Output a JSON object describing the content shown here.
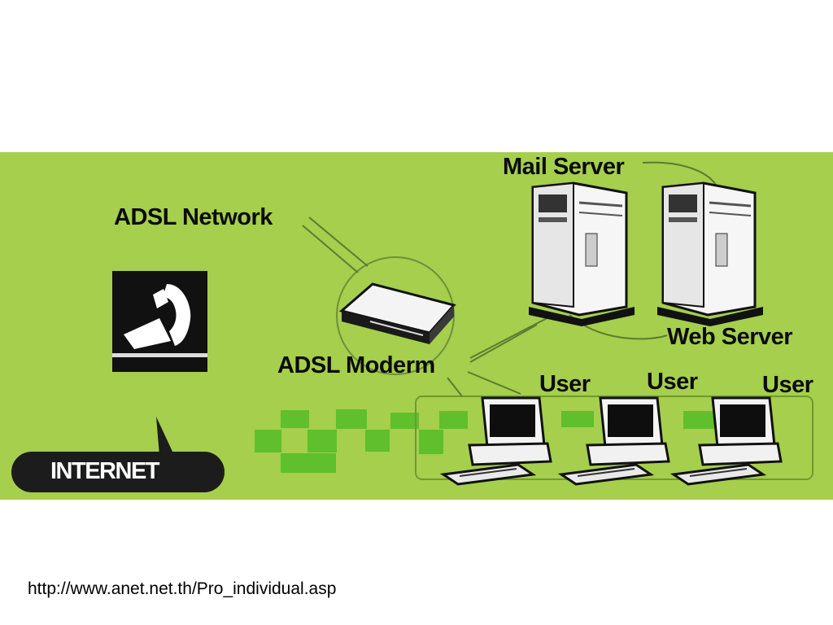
{
  "diagram": {
    "labels": {
      "adsl_network": "ADSL Network",
      "adsl_modem": "ADSL Moderm",
      "mail_server": "Mail Server",
      "web_server": "Web Server",
      "user_1": "User",
      "user_2": "User",
      "user_3": "User",
      "internet": "INTERNET"
    },
    "icons": {
      "phone": "telephone-handset-icon",
      "modem": "modem-icon",
      "server": "server-tower-icon",
      "computer": "desktop-computer-icon"
    },
    "colors": {
      "panel": "#a5cf4c",
      "pattern": "#5fbf2c",
      "dark": "#1c1c1c"
    }
  },
  "footer": {
    "source_url": "http://www.anet.net.th/Pro_individual.asp"
  }
}
